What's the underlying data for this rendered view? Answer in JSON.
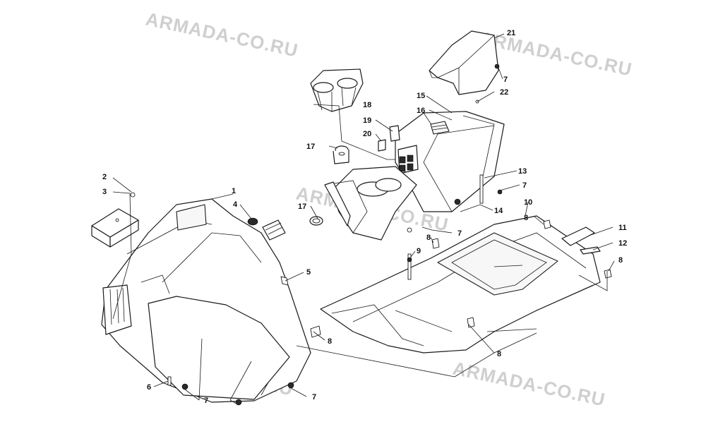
{
  "watermark_text": "ARMADA-CO.RU",
  "callouts": [
    {
      "key": "c1",
      "label": "1"
    },
    {
      "key": "c2",
      "label": "2"
    },
    {
      "key": "c3",
      "label": "3"
    },
    {
      "key": "c4",
      "label": "4"
    },
    {
      "key": "c5",
      "label": "5"
    },
    {
      "key": "c6",
      "label": "6"
    },
    {
      "key": "c7a",
      "label": "7"
    },
    {
      "key": "c7b",
      "label": "7"
    },
    {
      "key": "c7c",
      "label": "7"
    },
    {
      "key": "c7d",
      "label": "7"
    },
    {
      "key": "c7e",
      "label": "7"
    },
    {
      "key": "c8a",
      "label": "8"
    },
    {
      "key": "c8b",
      "label": "8"
    },
    {
      "key": "c8c",
      "label": "8"
    },
    {
      "key": "c8d",
      "label": "8"
    },
    {
      "key": "c8e",
      "label": "8"
    },
    {
      "key": "c9",
      "label": "9"
    },
    {
      "key": "c10",
      "label": "10"
    },
    {
      "key": "c11",
      "label": "11"
    },
    {
      "key": "c12",
      "label": "12"
    },
    {
      "key": "c13",
      "label": "13"
    },
    {
      "key": "c14",
      "label": "14"
    },
    {
      "key": "c15",
      "label": "15"
    },
    {
      "key": "c16",
      "label": "16"
    },
    {
      "key": "c17a",
      "label": "17"
    },
    {
      "key": "c17b",
      "label": "17"
    },
    {
      "key": "c18",
      "label": "18"
    },
    {
      "key": "c19",
      "label": "19"
    },
    {
      "key": "c20",
      "label": "20"
    },
    {
      "key": "c21",
      "label": "21"
    },
    {
      "key": "c22",
      "label": "22"
    }
  ]
}
